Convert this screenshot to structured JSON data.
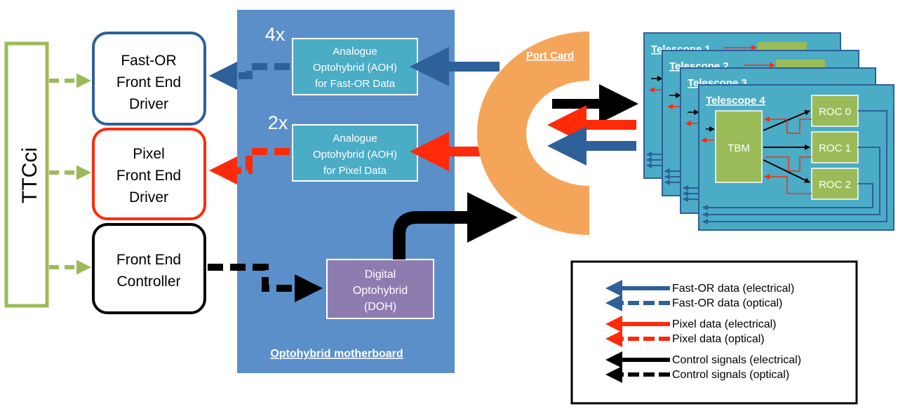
{
  "ttcci": {
    "label": "TTCci"
  },
  "fed_fastor": {
    "line1": "Fast-OR",
    "line2": "Front End",
    "line3": "Driver"
  },
  "fed_pixel": {
    "line1": "Pixel",
    "line2": "Front End",
    "line3": "Driver"
  },
  "fec": {
    "line1": "Front End",
    "line2": "Controller"
  },
  "motherboard": {
    "label": "Optohybrid motherboard"
  },
  "aoh_fastor": {
    "multiplier": "4x",
    "line1": "Analogue",
    "line2": "Optohybrid (AOH)",
    "line3": "for Fast-OR Data"
  },
  "aoh_pixel": {
    "multiplier": "2x",
    "line1": "Analogue",
    "line2": "Optohybrid (AOH)",
    "line3": "for Pixel Data"
  },
  "doh": {
    "line1": "Digital",
    "line2": "Optohybrid",
    "line3": "(DOH)"
  },
  "port_card": {
    "label": "Port Card"
  },
  "telescopes": [
    {
      "label": "Telescope 1"
    },
    {
      "label": "Telescope 2"
    },
    {
      "label": "Telescope 3"
    },
    {
      "label": "Telescope 4"
    }
  ],
  "tbm": {
    "label": "TBM"
  },
  "rocs": [
    {
      "label": "ROC 0"
    },
    {
      "label": "ROC 1"
    },
    {
      "label": "ROC 2"
    }
  ],
  "legend": {
    "items": [
      {
        "label": "Fast-OR data (electrical)",
        "color": "#2e6099",
        "style": "solid"
      },
      {
        "label": "Fast-OR data (optical)",
        "color": "#2e6099",
        "style": "dashed"
      },
      {
        "label": "Pixel data (electrical)",
        "color": "#ff2a0a",
        "style": "solid"
      },
      {
        "label": "Pixel data (optical)",
        "color": "#ff2a0a",
        "style": "dashed"
      },
      {
        "label": "Control signals (electrical)",
        "color": "#000000",
        "style": "solid"
      },
      {
        "label": "Control signals (optical)",
        "color": "#000000",
        "style": "dashed"
      }
    ]
  },
  "colors": {
    "fastor": "#2e6099",
    "pixel": "#ff2a0a",
    "control": "#000000",
    "ttc_green": "#9bbb59",
    "motherboard": "#5b8fc9",
    "aoh": "#4bacc6",
    "doh": "#8e7cb0",
    "port_card": "#f5a55a",
    "telescope": "#4bacc6",
    "chip": "#9bbb59"
  }
}
